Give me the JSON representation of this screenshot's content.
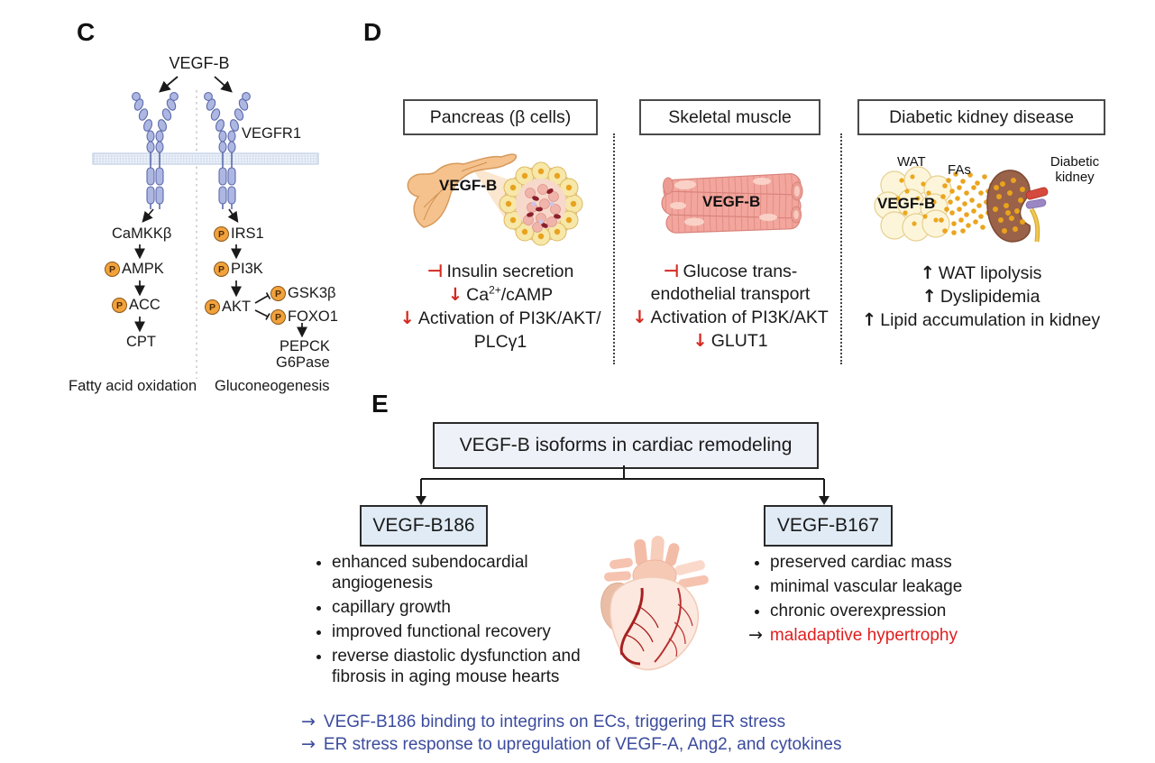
{
  "colors": {
    "red": "#d42a20",
    "blue": "#3b4b9e",
    "phospho_fill": "#f2a23b",
    "receptor_fill": "#adb7e2"
  },
  "panel_c": {
    "label": "C",
    "ligand": "VEGF-B",
    "receptor": "VEGFR1",
    "phospho": "P",
    "left": {
      "n1": "CaMKKβ",
      "n2": "AMPK",
      "n3": "ACC",
      "n4": "CPT",
      "outcome": "Fatty acid oxidation"
    },
    "right": {
      "n1": "IRS1",
      "n2": "PI3K",
      "n3": "AKT",
      "b1": "GSK3β",
      "b2": "FOXO1",
      "t1": "PEPCK",
      "t2": "G6Pase",
      "outcome": "Gluconeogenesis"
    }
  },
  "panel_d": {
    "label": "D",
    "pancreas": {
      "header": "Pancreas (β cells)",
      "vegfb": "VEGF-B",
      "l1_sym": "⊣",
      "l1": "Insulin secretion",
      "l2_sym": "↓",
      "l2a": "Ca",
      "l2_sup": "2+",
      "l2b": "/cAMP",
      "l3_sym": "↓",
      "l3": "Activation of PI3K/AKT/",
      "l4": "PLCγ1"
    },
    "muscle": {
      "header": "Skeletal muscle",
      "vegfb": "VEGF-B",
      "l1_sym": "⊣",
      "l1": "Glucose trans-",
      "l2": "endothelial transport",
      "l3_sym": "↓",
      "l3": "Activation of PI3K/AKT",
      "l4_sym": "↓",
      "l4": "GLUT1"
    },
    "kidney": {
      "header": "Diabetic kidney disease",
      "vegfb": "VEGF-B",
      "wat": "WAT",
      "fas": "FAs",
      "dk1": "Diabetic",
      "dk2": "kidney",
      "l1_sym": "↑",
      "l1": "WAT lipolysis",
      "l2_sym": "↑",
      "l2": "Dyslipidemia",
      "l3_sym": "↑",
      "l3": "Lipid accumulation in kidney"
    }
  },
  "panel_e": {
    "label": "E",
    "title": "VEGF-B isoforms in cardiac remodeling",
    "left_box": "VEGF-B186",
    "right_box": "VEGF-B167",
    "b186_bullets": [
      "enhanced subendocardial angiogenesis",
      "capillary growth",
      "improved functional recovery",
      "reverse diastolic dysfunction and fibrosis in aging mouse hearts"
    ],
    "b167_bullets": [
      "preserved cardiac mass",
      "minimal vascular leakage",
      "chronic overexpression"
    ],
    "b167_arrow": {
      "sym": "→",
      "text": "maladaptive hypertrophy"
    },
    "footnotes": [
      {
        "sym": "→",
        "text": "VEGF-B186 binding to integrins on ECs, triggering ER stress"
      },
      {
        "sym": "→",
        "text": "ER stress response to upregulation of VEGF-A, Ang2, and cytokines"
      }
    ]
  }
}
